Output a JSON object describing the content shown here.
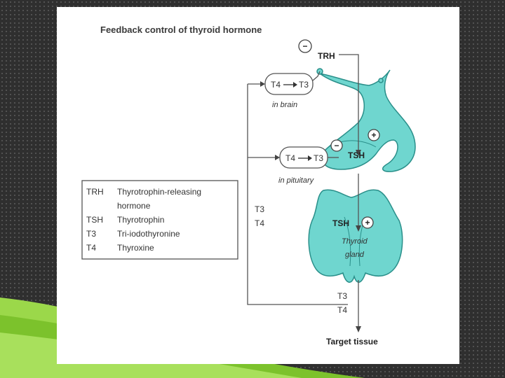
{
  "diagram": {
    "title": "Feedback control of thyroid hormone",
    "trh_label": "TRH",
    "tsh_label_pituitary": "TSH",
    "tsh_label_thyroid": "TSH",
    "brain_conversion": {
      "from": "T4",
      "to": "T3",
      "caption": "in brain"
    },
    "pituitary_conversion": {
      "from": "T4",
      "to": "T3",
      "caption": "in pituitary"
    },
    "mid_hormones": [
      "T3",
      "T4"
    ],
    "bottom_hormones": [
      "T3",
      "T4"
    ],
    "thyroid_caption_line1": "Thyroid",
    "thyroid_caption_line2": "gland",
    "target_label": "Target tissue",
    "signs": {
      "minus": "−",
      "plus": "+"
    }
  },
  "legend": {
    "rows": [
      {
        "abbr": "TRH",
        "text": "Thyrotrophin-releasing"
      },
      {
        "abbr": "",
        "text": "hormone"
      },
      {
        "abbr": "TSH",
        "text": "Thyrotrophin"
      },
      {
        "abbr": "T3",
        "text": "Tri-iodothyronine"
      },
      {
        "abbr": "T4",
        "text": "Thyroxine"
      }
    ]
  },
  "colors": {
    "tissue_fill": "#6fd6cf",
    "tissue_stroke": "#2a8f8a",
    "line": "#555555",
    "accent_green": "#8fd13b"
  }
}
